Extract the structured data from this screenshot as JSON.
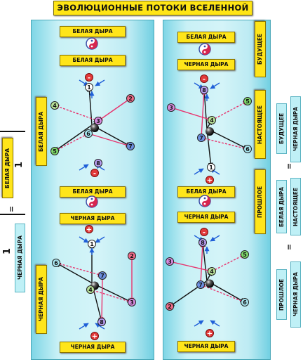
{
  "title": "ЭВОЛЮЦИОННЫЕ ПОТОКИ ВСЕЛЕННОЙ",
  "labels": {
    "white_hole": "БЕЛАЯ ДЫРА",
    "black_hole": "ЧЕРНАЯ ДЫРА",
    "future": "БУДУЩЕЕ",
    "present": "НАСТОЯЩЕЕ",
    "past": "ПРОШЛОЕ"
  },
  "symbols": {
    "one": "1",
    "plus": "+",
    "minus": "-",
    "equals": "="
  },
  "colors": {
    "label_yellow": "#ffe51a",
    "panel_cyan": "#c9f1f6",
    "arrow_pink": "#e8336e",
    "arrow_blue": "#1f5fd8"
  },
  "cubes": [
    {
      "panel": "left",
      "position": "top",
      "numbers": [
        "1",
        "2",
        "3",
        "4",
        "5",
        "6",
        "7",
        "8"
      ],
      "top_sign": "-",
      "bottom_sign": "-"
    },
    {
      "panel": "left",
      "position": "bottom",
      "numbers": [
        "1",
        "2",
        "3",
        "4",
        "6",
        "7",
        "8"
      ],
      "top_sign": "+",
      "bottom_sign": "+"
    },
    {
      "panel": "right",
      "position": "top",
      "numbers": [
        "1",
        "3",
        "4",
        "5",
        "6",
        "7",
        "8"
      ],
      "top_sign": "-",
      "bottom_sign": "+"
    },
    {
      "panel": "right",
      "position": "bottom",
      "numbers": [
        "2",
        "3",
        "4",
        "5",
        "6",
        "7",
        "8"
      ],
      "top_sign": "-",
      "bottom_sign": "+"
    }
  ]
}
